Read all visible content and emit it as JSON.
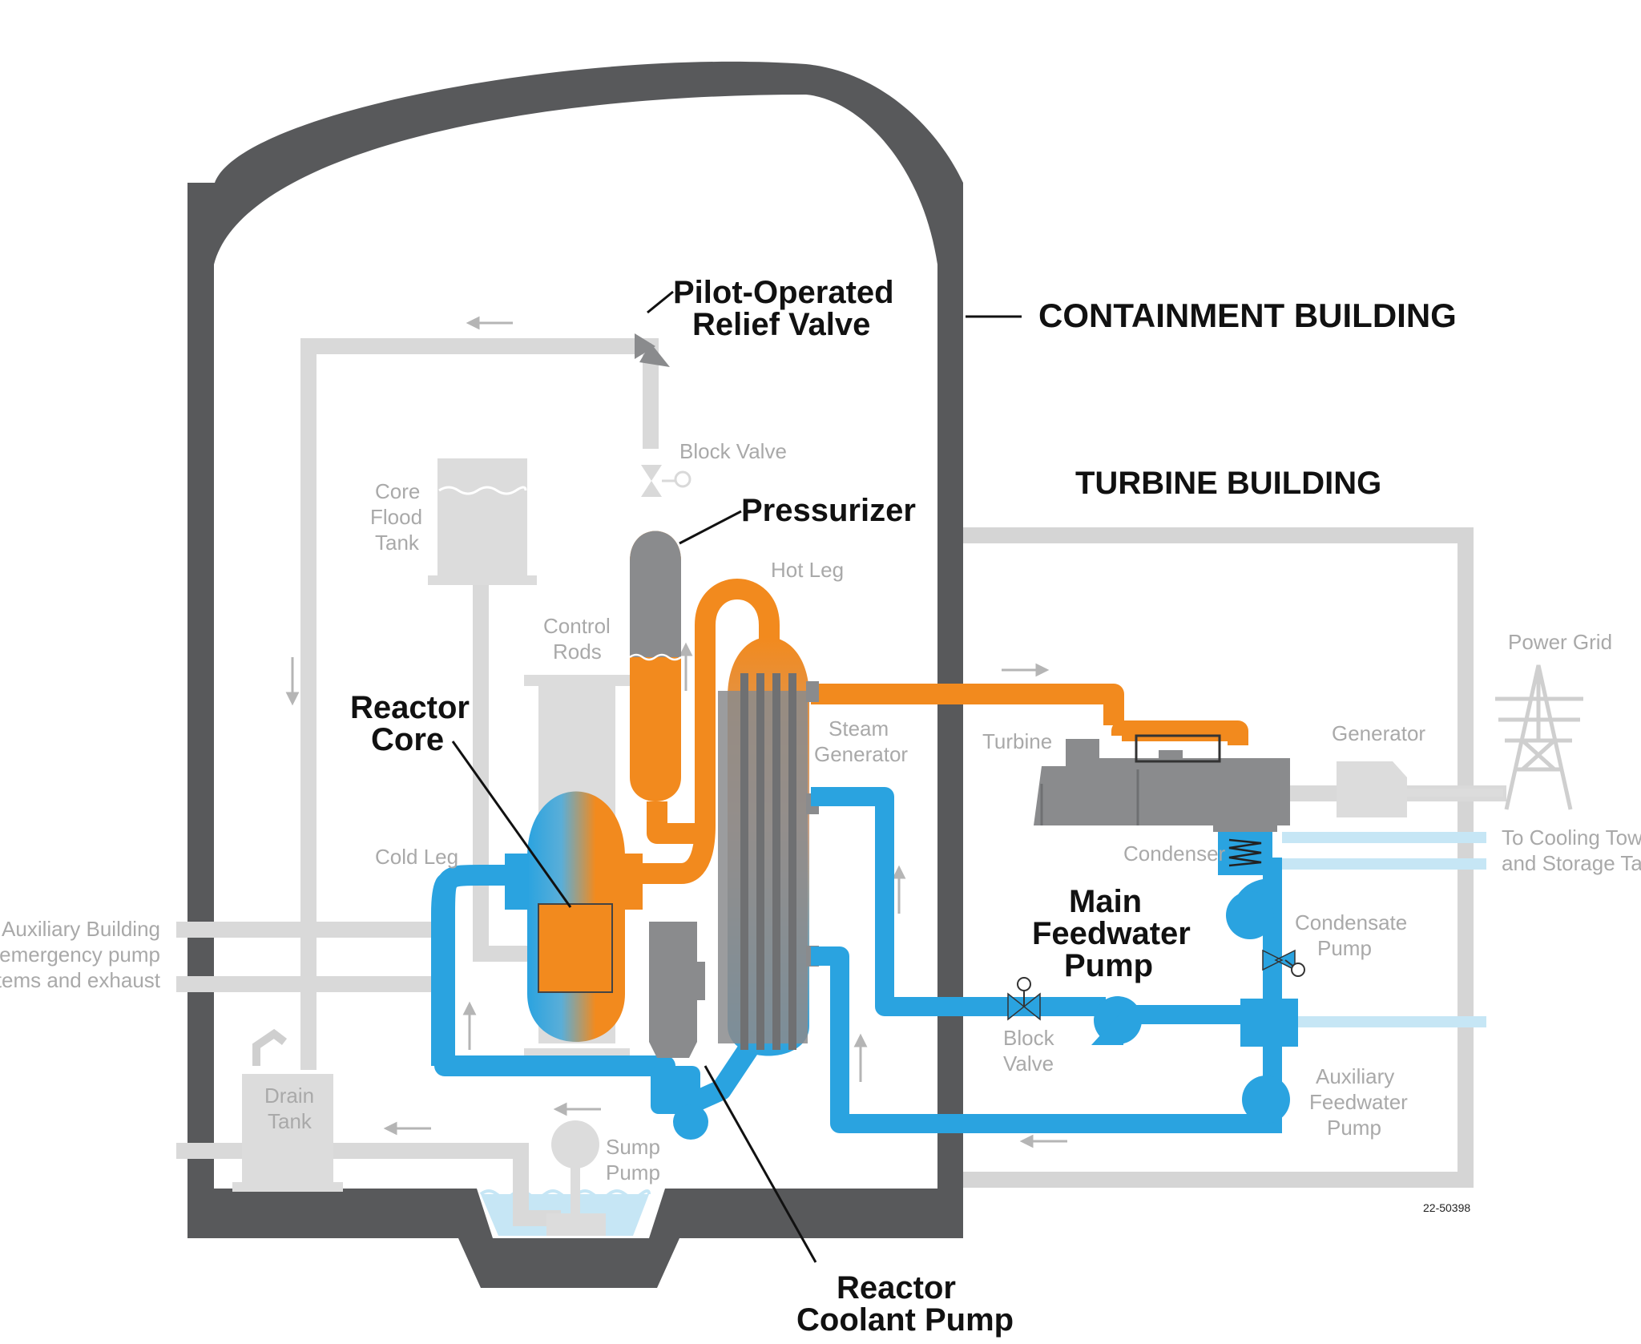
{
  "labels": {
    "containment_building": "CONTAINMENT BUILDING",
    "turbine_building": "TURBINE BUILDING",
    "porv_line1": "Pilot-Operated",
    "porv_line2": "Relief Valve",
    "pressurizer": "Pressurizer",
    "reactor_core_line1": "Reactor",
    "reactor_core_line2": "Core",
    "main_feedwater_line1": "Main",
    "main_feedwater_line2": "Feedwater",
    "main_feedwater_line3": "Pump",
    "rcp_line1": "Reactor",
    "rcp_line2": "Coolant Pump",
    "block_valve_top": "Block Valve",
    "core_flood_line1": "Core",
    "core_flood_line2": "Flood",
    "core_flood_line3": "Tank",
    "hot_leg": "Hot Leg",
    "control_rods_line1": "Control",
    "control_rods_line2": "Rods",
    "steam_gen_line1": "Steam",
    "steam_gen_line2": "Generator",
    "cold_leg": "Cold Leg",
    "turbine": "Turbine",
    "generator": "Generator",
    "power_grid": "Power Grid",
    "condenser": "Condenser",
    "cooling_line1": "To Cooling Tower",
    "cooling_line2": "and Storage Tanks",
    "condensate_line1": "Condensate",
    "condensate_line2": "Pump",
    "block_valve_bottom_line1": "Block",
    "block_valve_bottom_line2": "Valve",
    "aux_feed_line1": "Auxiliary",
    "aux_feed_line2": "Feedwater",
    "aux_feed_line3": "Pump",
    "aux_building_line1": "To Auxiliary Building",
    "aux_building_line2": "emergency pump",
    "aux_building_line3": "systems and exhaust",
    "drain_tank_line1": "Drain",
    "drain_tank_line2": "Tank",
    "sump_pump_line1": "Sump",
    "sump_pump_line2": "Pump",
    "figure_id": "22-50398"
  },
  "colors": {
    "hot_coolant": "#f28a1e",
    "cold_coolant": "#2aa3e0",
    "equipment": "#8a8b8d",
    "containment_wall": "#58595b",
    "inactive_piping": "#d9d9d9",
    "water": "#c6e6f5"
  }
}
